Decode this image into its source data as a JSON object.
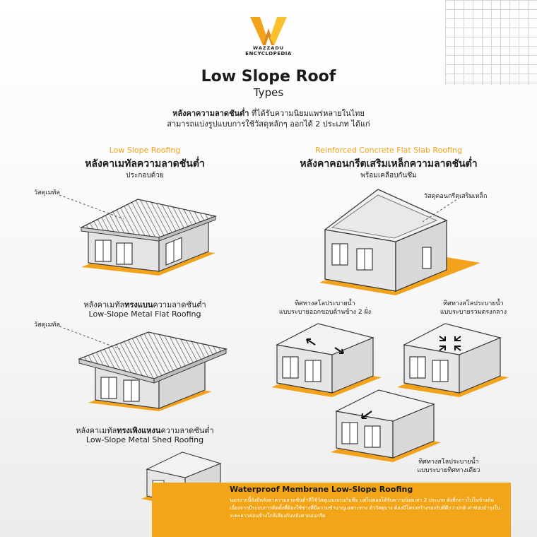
{
  "brand": {
    "line1": "WAZZADU",
    "line2": "ENCYCLOPEDIA"
  },
  "header": {
    "title": "Low Slope Roof",
    "subtitle": "Types",
    "intro_bold": "หลังคาความลาดชันต่ำ",
    "intro_rest": " ที่ได้รับความนิยมแพร่หลายในไทย",
    "intro_line2": "สามารถแบ่งรูปแบบการใช้วัสดุหลักๆ ออกได้ 2 ประเภท ได้แก่"
  },
  "left_section": {
    "title_en": "Low Slope Roofing",
    "title_th": "หลังคาเมทัลความลาดชันต่ำ",
    "subtitle": "ประกอบด้วย",
    "label_top": "วัสดุเมทัล",
    "flat_th_a": "หลังคาเมทัล",
    "flat_th_b": "ทรงแบน",
    "flat_th_c": "ความลาดชันต่ำ",
    "flat_en": "Low-Slope Metal Flat Roofing",
    "label_bottom": "วัสดุเมทัล",
    "shed_th_a": "หลังคาเมทัล",
    "shed_th_b": "ทรงเพิงแหงน",
    "shed_th_c": "ความลาดชันต่ำ",
    "shed_en": "Low-Slope Metal Shed Roofing"
  },
  "right_section": {
    "title_en": "Reinforced Concrete Flat Slab Roofing",
    "title_th": "หลังคาคอนกรีตเสริมเหล็กความลาดชันต่ำ",
    "subtitle": "พร้อมเคลือบกันซึม",
    "label_concrete": "วัสดุคอนกรีตเสริมเหล็ก",
    "drain_two_l1": "ทิศทางสโลประบายน้ำ",
    "drain_two_l2": "แบบระบายออกขอบด้านข้าง 2 ฝั่ง",
    "drain_center_l1": "ทิศทางสโลประบายน้ำ",
    "drain_center_l2": "แบบระบายรวมตรงกลาง",
    "drain_one_l1": "ทิศทางสโลประบายน้ำ",
    "drain_one_l2": "แบบระบายทิศทางเดียว"
  },
  "waterproof_panel": {
    "title": "Waterproof Membrane Low-Slope Roofing",
    "body": "นอกจากนี้ยังมีหลังคาความลาดชันต่ำที่ใช้วัสดุเมมเบรนกันซึม แต่ไม่ค่อยได้รับความนิยมเท่า 2 ประเภท ดังที่กล่าวไปในข้างต้น เนื่องจากมีระบบการติดตั้งที่ต้องใช้ช่างที่มีความชำนาญเฉพาะทาง ตัววัสดุบาง ต้องมีโครงสร้างรองรับที่ดีกว่าปกติ ค่าซ่อมบำรุงในระยะยาวค่อนข้างใกล้เคียงกับหลังคาคอนกรีต"
  },
  "colors": {
    "accent": "#f2a21b",
    "wall": "#e6e6e6",
    "outline": "#3a3a3a"
  },
  "icons": [
    "wazzadu-logo-icon",
    "arrow-icon",
    "converge-arrows-icon"
  ]
}
